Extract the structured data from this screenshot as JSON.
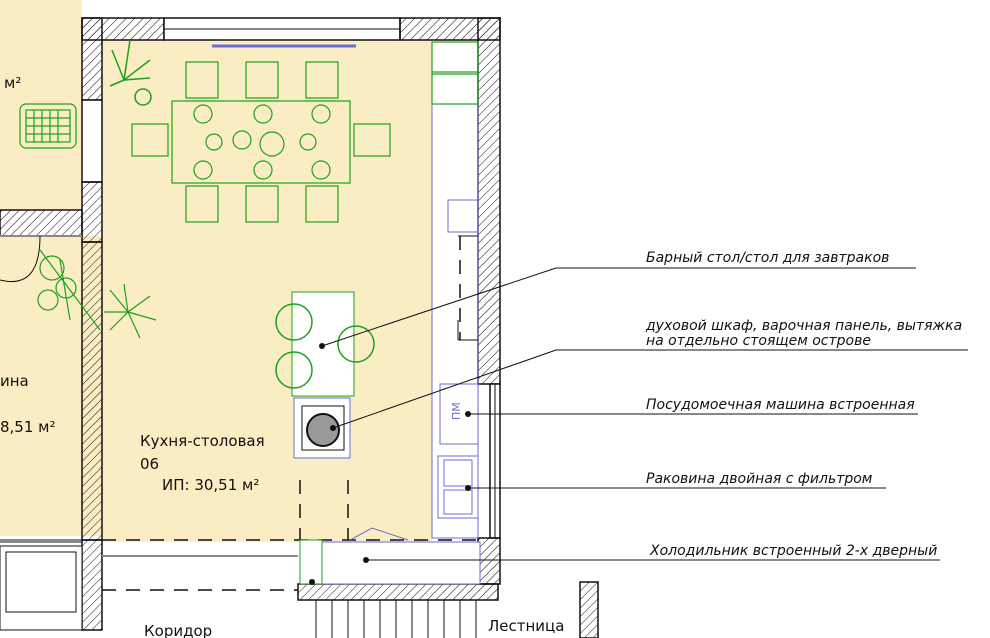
{
  "rooms": {
    "left_area": "м²",
    "left_name": "ина",
    "left_area2": "8,51 м²",
    "kitchen_name": "Кухня-столовая",
    "kitchen_number": "06",
    "kitchen_area": "ИП: 30,51 м²",
    "corridor": "Коридор",
    "stairs": "Лестница"
  },
  "appliance_mark": "ПМ",
  "callouts": [
    {
      "line1": "Барный стол/стол для завтраков"
    },
    {
      "line1": "духовой шкаф, варочная панель, вытяжка",
      "line2": "на отдельно стоящем острове"
    },
    {
      "line1": "Посудомоечная машина встроенная"
    },
    {
      "line1": "Раковина двойная с фильтром"
    },
    {
      "line1": "Холодильник встроенный 2-х дверный"
    }
  ],
  "colors": {
    "floor": "#faedc4",
    "wall_fill": "#ffffff",
    "furniture": "#1aa31a",
    "fixtures": "#6b6bd6",
    "lines": "#111111"
  }
}
